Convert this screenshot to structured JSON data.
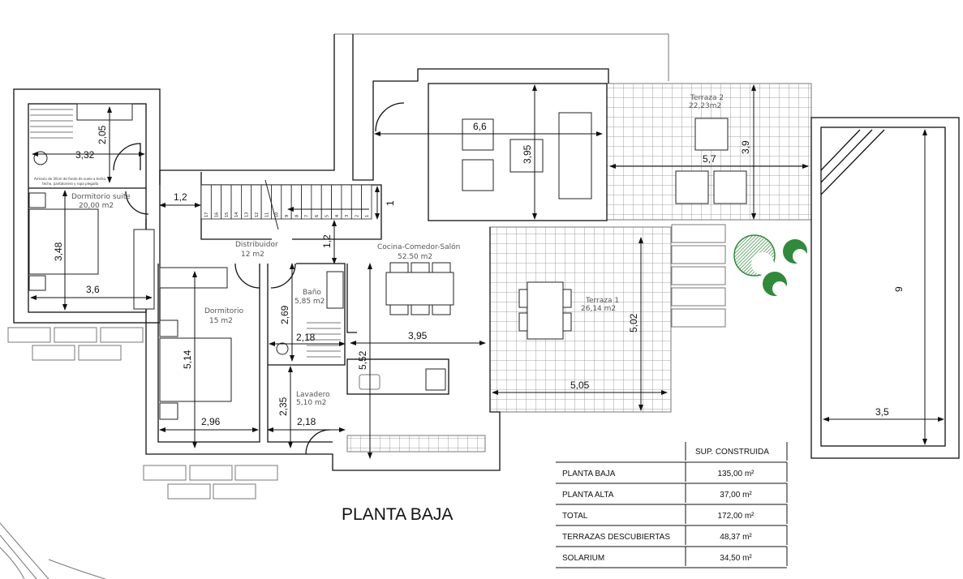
{
  "plan_title": "PLANTA BAJA",
  "rooms": {
    "dormitorio_suite": {
      "name": "Dormitorio suite",
      "area": "20,00 m2"
    },
    "distribuidor": {
      "name": "Distribuidor",
      "area": "12 m2"
    },
    "cocina": {
      "name": "Cocina-Comedor-Salón",
      "area": "52.50 m2"
    },
    "bano": {
      "name": "Baño",
      "area": "5,85 m2"
    },
    "dormitorio": {
      "name": "Dormitorio",
      "area": "15 m2"
    },
    "lavadero": {
      "name": "Lavadero",
      "area": "5,10 m2"
    },
    "terraza1": {
      "name": "Terraza 1",
      "area": "26,14 m2"
    },
    "terraza2": {
      "name": "Terraza 2",
      "area": "22,23m2"
    }
  },
  "wardrobe_note": [
    "Armario de 30cm de fondo de suelo a techo,",
    "techo, pantalonero y ropa plegada"
  ],
  "dimensions": {
    "suite_bath_h": "2,05",
    "suite_bath_w": "3,32",
    "suite_h": "3,48",
    "suite_w": "3,6",
    "corridor": "1,2",
    "stair_w": "1",
    "distrib_h": "1,2",
    "living_w": "6,6",
    "living_h": "3,95",
    "t2_w": "5,7",
    "t2_h": "3,9",
    "t1_w": "5,05",
    "t1_h": "5,02",
    "pool_w": "3,5",
    "pool_h": "9",
    "bano_h": "2,69",
    "bano_w": "2,18",
    "kitchen_w": "3,95",
    "kitchen_h": "5,52",
    "dorm_h": "5,14",
    "dorm_w": "2,96",
    "lav_h": "2,35",
    "lav_w": "2,18"
  },
  "stair_steps": [
    "17",
    "16",
    "15",
    "14",
    "13",
    "12",
    "11",
    "10",
    "9",
    "8",
    "7",
    "6",
    "5",
    "4",
    "3",
    "2",
    "1"
  ],
  "table": {
    "header": "SUP. CONSTRUIDA",
    "rows": [
      {
        "label": "PLANTA BAJA",
        "value": "135,00 m²"
      },
      {
        "label": "PLANTA ALTA",
        "value": "37,00 m²"
      },
      {
        "label": "TOTAL",
        "value": "172,00 m²"
      },
      {
        "label": "TERRAZAS DESCUBIERTAS",
        "value": "48,37 m²"
      },
      {
        "label": "SOLARIUM",
        "value": "34,50 m²"
      }
    ]
  },
  "colors": {
    "tree": "#2e8b3a",
    "wall": "#111111",
    "tile": "#777777"
  }
}
